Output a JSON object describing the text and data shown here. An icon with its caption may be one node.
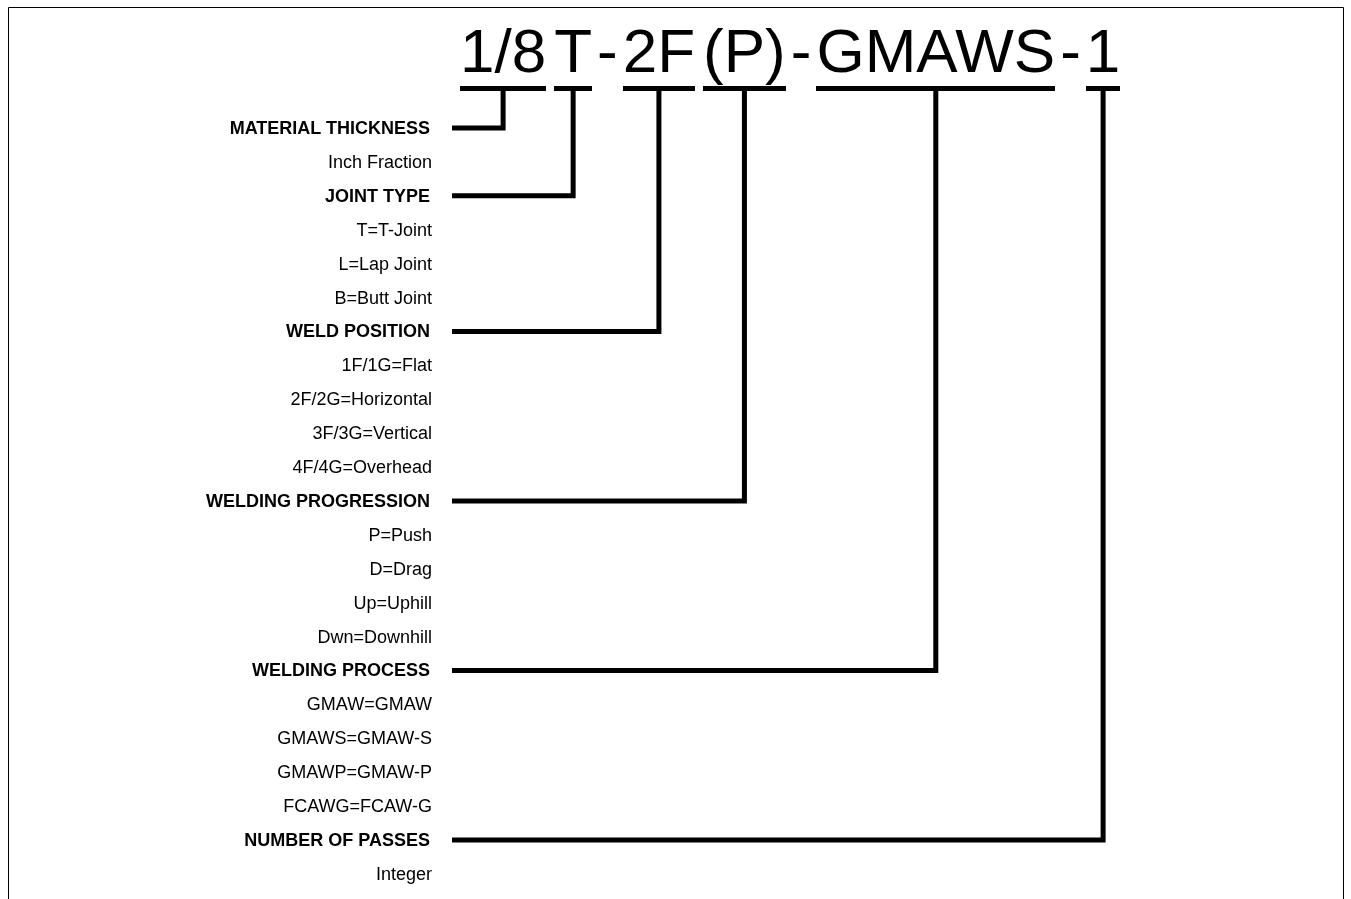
{
  "diagram": {
    "nodes": [
      {
        "text": [
          "1/8"
        ]
      },
      {
        "text": [
          "T"
        ]
      },
      {
        "text": [
          "2F"
        ]
      },
      {
        "text": [
          "(P)"
        ]
      },
      {
        "text": [
          "GMAWS"
        ]
      },
      {
        "text": [
          "1"
        ]
      },
      {
        "text": [
          "MATERIAL THICKNESS"
        ],
        "beside": [
          "Inch Fraction"
        ]
      },
      {
        "text": [
          "JOINT TYPE"
        ],
        "beside": [
          "T=T-Joint",
          "L=Lap Joint",
          "B=Butt Joint"
        ]
      },
      {
        "text": [
          "WELD POSITION"
        ],
        "beside": [
          "1F/1G=Flat",
          "2F/2G=Horizontal",
          "3F/3G=Vertical",
          "4F/4G=Overhead"
        ]
      },
      {
        "text": [
          "WELDING PROGRESSION"
        ],
        "beside": [
          "P=Push",
          "D=Drag",
          "Up=Uphill",
          "Dwn=Downhill"
        ]
      },
      {
        "text": [
          "WELDING PROCESS"
        ],
        "beside": [
          "GMAW=GMAW",
          "GMAWS=GMAW-S",
          "GMAWP=GMAW-P",
          "FCAWG=FCAW-G"
        ]
      },
      {
        "text": [
          "NUMBER OF PASSES"
        ],
        "beside": [
          "Integer"
        ]
      }
    ],
    "edges": [
      {
        "from": 6,
        "to": 0,
        "arrow": "none"
      },
      {
        "from": 7,
        "to": 1,
        "arrow": "none"
      },
      {
        "from": 8,
        "to": 2,
        "arrow": "none"
      },
      {
        "from": 9,
        "to": 3,
        "arrow": "none"
      },
      {
        "from": 10,
        "to": 4,
        "arrow": "none"
      },
      {
        "from": 11,
        "to": 5,
        "arrow": "none"
      }
    ],
    "labels": [
      "-",
      "-",
      "-"
    ]
  }
}
